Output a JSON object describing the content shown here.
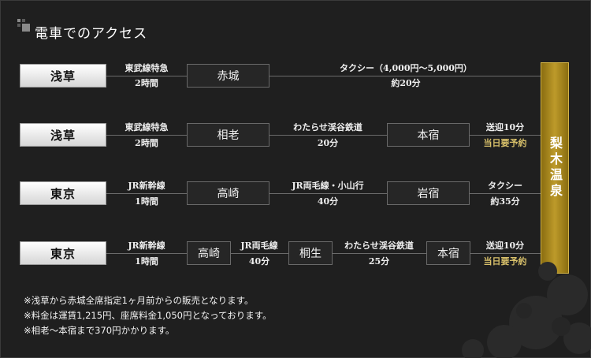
{
  "title": "電車でのアクセス",
  "destination": "梨木温泉",
  "routes": [
    {
      "start": "浅草",
      "seg1": [
        "東武線特急",
        "2時間"
      ],
      "stations": [
        "赤城"
      ],
      "seg2": [
        "タクシー（4,000円〜5,000円）",
        "約20分"
      ]
    },
    {
      "start": "浅草",
      "seg1": [
        "東武線特急",
        "2時間"
      ],
      "stations": [
        "相老",
        "本宿"
      ],
      "seg2": [
        "わたらせ渓谷鉄道",
        "20分"
      ],
      "seg3": [
        "送迎10分",
        "当日要予約"
      ]
    },
    {
      "start": "東京",
      "seg1": [
        "JR新幹線",
        "1時間"
      ],
      "stations": [
        "高崎",
        "岩宿"
      ],
      "seg2": [
        "JR両毛線・小山行",
        "40分"
      ],
      "seg3": [
        "タクシー",
        "約35分"
      ]
    },
    {
      "start": "東京",
      "seg1": [
        "JR新幹線",
        "1時間"
      ],
      "stations": [
        "高崎",
        "桐生",
        "本宿"
      ],
      "seg2": [
        "JR両毛線",
        "40分"
      ],
      "seg3": [
        "わたらせ渓谷鉄道",
        "25分"
      ],
      "seg4": [
        "送迎10分",
        "当日要予約"
      ]
    }
  ],
  "notes": [
    "※浅草から赤城全席指定1ヶ月前からの販売となります。",
    "※料金は運賃1,215円、座席料金1,050円となっております。",
    "※相老〜本宿まで370円かかります。"
  ]
}
